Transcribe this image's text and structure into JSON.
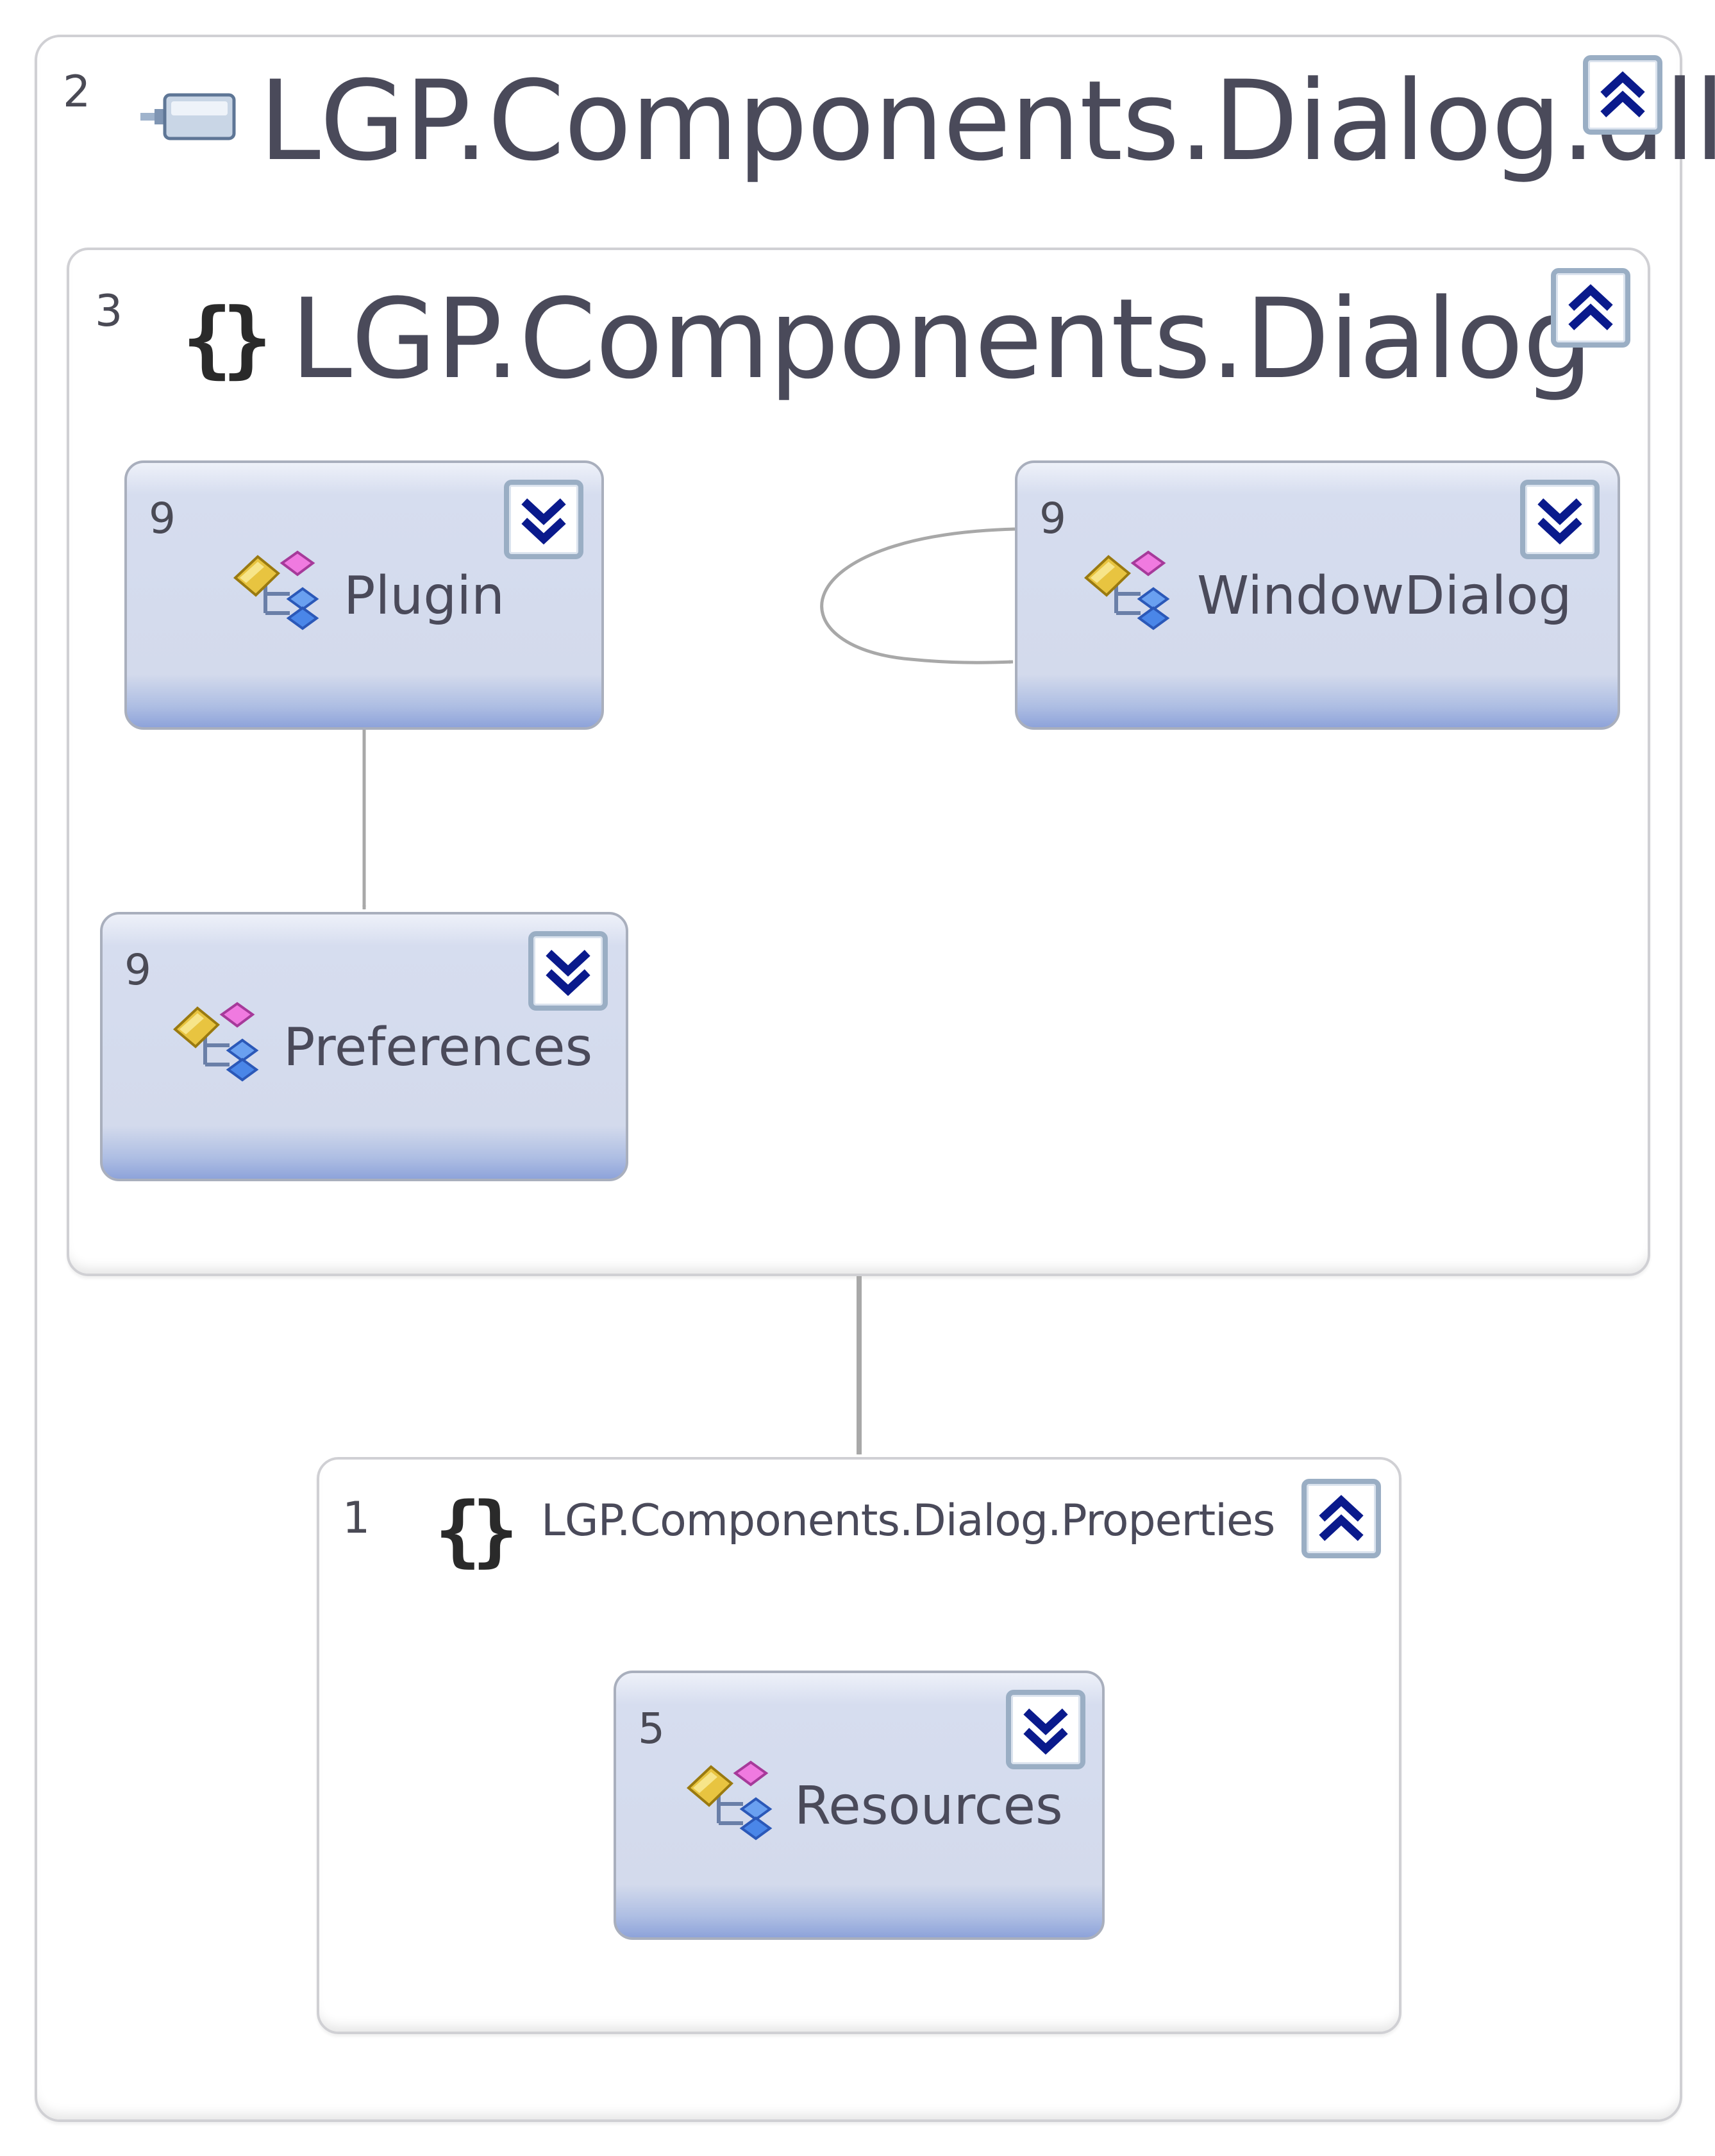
{
  "assembly": {
    "count": "2",
    "name": "LGP.Components.Dialog.dll"
  },
  "namespace_main": {
    "count": "3",
    "name": "LGP.Components.Dialog",
    "classes": [
      {
        "count": "9",
        "name": "Plugin"
      },
      {
        "count": "9",
        "name": "WindowDialog"
      },
      {
        "count": "9",
        "name": "Preferences"
      }
    ]
  },
  "namespace_properties": {
    "count": "1",
    "name": "LGP.Components.Dialog.Properties",
    "classes": [
      {
        "count": "5",
        "name": "Resources"
      }
    ]
  },
  "colors": {
    "node_fill": "#d3daec",
    "node_bottom": "#8ea3da",
    "arrow": "#a8a8a8",
    "toggle_chevron": "#0a1a8c",
    "text": "#4a4a5a"
  },
  "icons": {
    "assembly": "assembly-icon",
    "namespace": "namespace-braces-icon",
    "class": "class-icon",
    "collapse": "chevron-double-up-icon",
    "expand": "chevron-double-down-icon"
  }
}
